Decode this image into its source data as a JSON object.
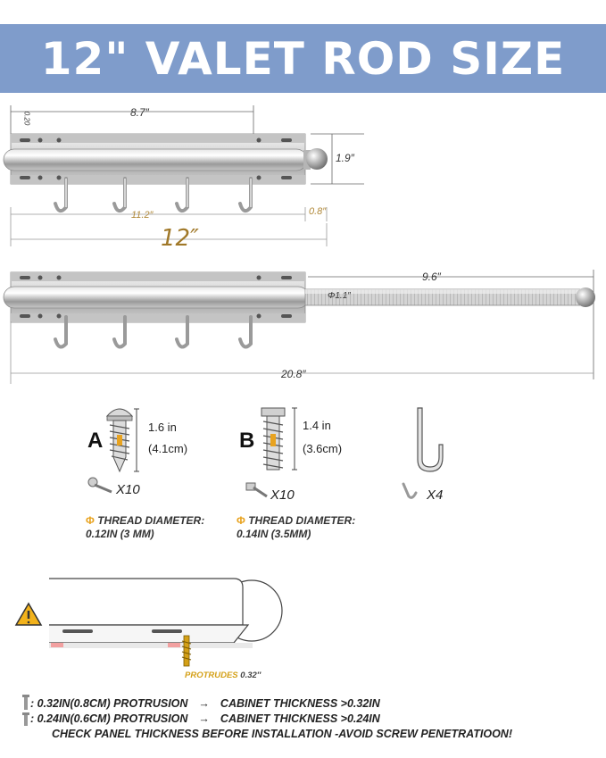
{
  "title": "12\" VALET ROD SIZE",
  "top_diagram": {
    "width_top": "8.7″",
    "vertical_small": "0.20",
    "height": "1.9″",
    "width_inner": "11.2″",
    "end_cap": "0.8″",
    "total": "12″"
  },
  "extended_diagram": {
    "extension": "9.6″",
    "rod_diameter": "Φ1.1″",
    "total": "20.8″"
  },
  "screws": [
    {
      "letter": "A",
      "length_in": "1.6 in",
      "length_cm": "(4.1cm)",
      "count": "X10",
      "thread_label": "THREAD DIAMETER:",
      "thread_value": "0.12IN (3 MM)"
    },
    {
      "letter": "B",
      "length_in": "1.4 in",
      "length_cm": "(3.6cm)",
      "count": "X10",
      "thread_label": "THREAD DIAMETER:",
      "thread_value": "0.14IN (3.5MM)"
    }
  ],
  "hook": {
    "count": "X4"
  },
  "thread_symbol": "Φ",
  "warning": {
    "protrudes_label": "PROTRUDES",
    "protrudes_value": "0.32″"
  },
  "notes": [
    {
      "protrusion": ": 0.32IN(0.8CM) PROTRUSION",
      "arrow": "→",
      "cabinet": "CABINET THICKNESS  >0.32IN"
    },
    {
      "protrusion": ": 0.24IN(0.6CM) PROTRUSION",
      "arrow": "→",
      "cabinet": "CABINET THICKNESS >0.24IN"
    }
  ],
  "notes_warning": "CHECK PANEL THICKNESS BEFORE INSTALLATION -AVOID SCREW PENETRATIOON!",
  "colors": {
    "banner": "#7f9ccb",
    "accent_gold": "#a07828",
    "thread_orange": "#e8a320",
    "warning_yellow": "#f2b21b"
  }
}
